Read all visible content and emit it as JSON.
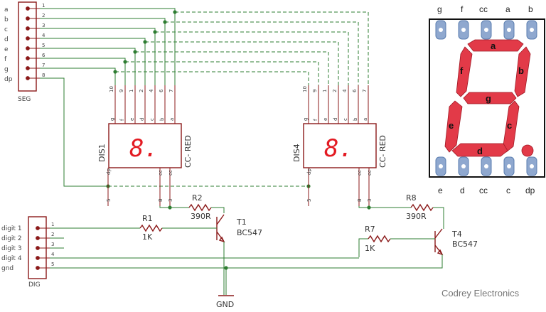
{
  "seg_header": {
    "name": "SEG",
    "labels": [
      "a",
      "b",
      "c",
      "d",
      "e",
      "f",
      "g",
      "dp"
    ],
    "pins": [
      "1",
      "2",
      "3",
      "4",
      "5",
      "6",
      "7",
      "8"
    ]
  },
  "dig_header": {
    "name": "DIG",
    "labels": [
      "digit 1",
      "digit 2",
      "digit 3",
      "digit 4",
      "gnd"
    ],
    "pins": [
      "1",
      "2",
      "3",
      "4",
      "5"
    ]
  },
  "dis1": {
    "name": "DIS1",
    "type": "CC- RED",
    "top_pins": [
      "10",
      "9",
      "1",
      "2",
      "4",
      "6",
      "7"
    ],
    "top_segs": [
      "g",
      "f",
      "e",
      "d",
      "c",
      "b",
      "a"
    ],
    "bottom_segs": [
      "dp",
      "cc",
      "cc"
    ],
    "bottom_pins": [
      "5",
      "8",
      "3"
    ]
  },
  "dis4": {
    "name": "DIS4",
    "type": "CC- RED",
    "top_pins": [
      "10",
      "9",
      "1",
      "2",
      "4",
      "6",
      "7"
    ],
    "top_segs": [
      "g",
      "f",
      "e",
      "d",
      "c",
      "b",
      "a"
    ],
    "bottom_segs": [
      "dp",
      "cc",
      "cc"
    ],
    "bottom_pins": [
      "5",
      "8",
      "3"
    ]
  },
  "display_glyph": "8.",
  "parts": {
    "r1": {
      "name": "R1",
      "value": "1K"
    },
    "r2": {
      "name": "R2",
      "value": "390R"
    },
    "r7": {
      "name": "R7",
      "value": "1K"
    },
    "r8": {
      "name": "R8",
      "value": "390R"
    },
    "t1": {
      "name": "T1",
      "value": "BC547"
    },
    "t4": {
      "name": "T4",
      "value": "BC547"
    },
    "gnd": "GND"
  },
  "diagram": {
    "top_labels": [
      "g",
      "f",
      "cc",
      "a",
      "b"
    ],
    "bottom_labels": [
      "e",
      "d",
      "cc",
      "c",
      "dp"
    ],
    "segment_labels": {
      "a": "a",
      "b": "b",
      "c": "c",
      "d": "d",
      "e": "e",
      "f": "f",
      "g": "g"
    }
  },
  "brand": "Codrey Electronics",
  "colors": {
    "wire": "#2e7d32",
    "part": "#8b1a1a",
    "segment": "#e23a48",
    "display": "#e31b23"
  }
}
